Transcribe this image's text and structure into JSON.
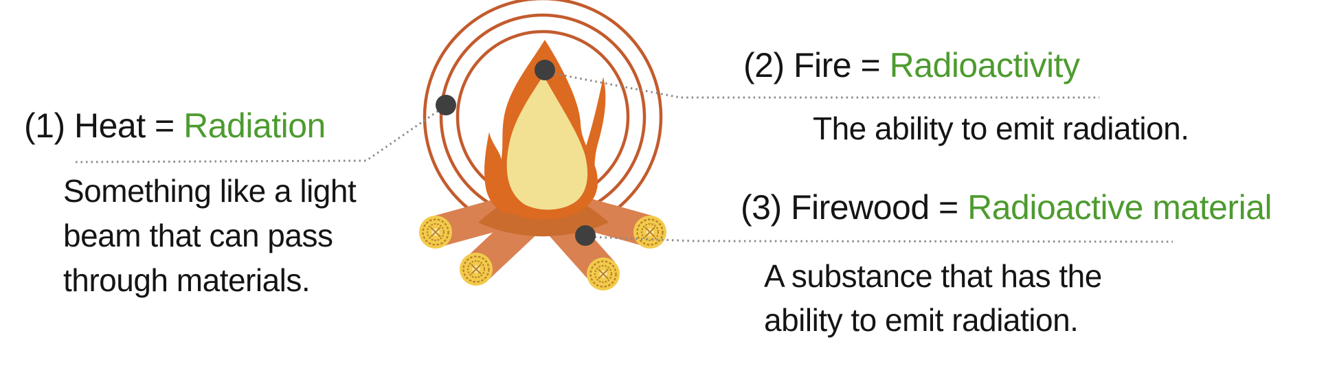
{
  "diagram": {
    "subject": "campfire-radiation-analogy",
    "annotations": [
      {
        "prefix": "(1) Heat = ",
        "term": "Radiation",
        "description_lines": [
          "Something like a light",
          "beam that can pass",
          "through materials."
        ]
      },
      {
        "prefix": "(2) Fire = ",
        "term": "Radioactivity",
        "description_lines": [
          "The ability to emit radiation."
        ]
      },
      {
        "prefix": "(3) Firewood = ",
        "term": "Radioactive material",
        "description_lines": [
          "A substance that has the",
          "ability to emit radiation."
        ]
      }
    ],
    "icons": [
      "flame-icon",
      "heat-wave-rings-icon",
      "firewood-logs-icon",
      "callout-dot"
    ],
    "colors": {
      "term_green": "#4d9b2f",
      "text_black": "#141414",
      "ring_orange": "#c35b2d",
      "flame_orange": "#dc6a20",
      "flame_inner_yellow": "#f2e193",
      "log_orange": "#d98150",
      "log_mound_dark": "#c96c2e",
      "log_end_yellow": "#f2cb4d",
      "log_end_ring": "#bd8126",
      "log_end_center": "#f7e7a9",
      "callout_dot_gray": "#3f3f3f",
      "dotted_line_gray": "#8c8c8c",
      "background": "#ffffff"
    }
  }
}
